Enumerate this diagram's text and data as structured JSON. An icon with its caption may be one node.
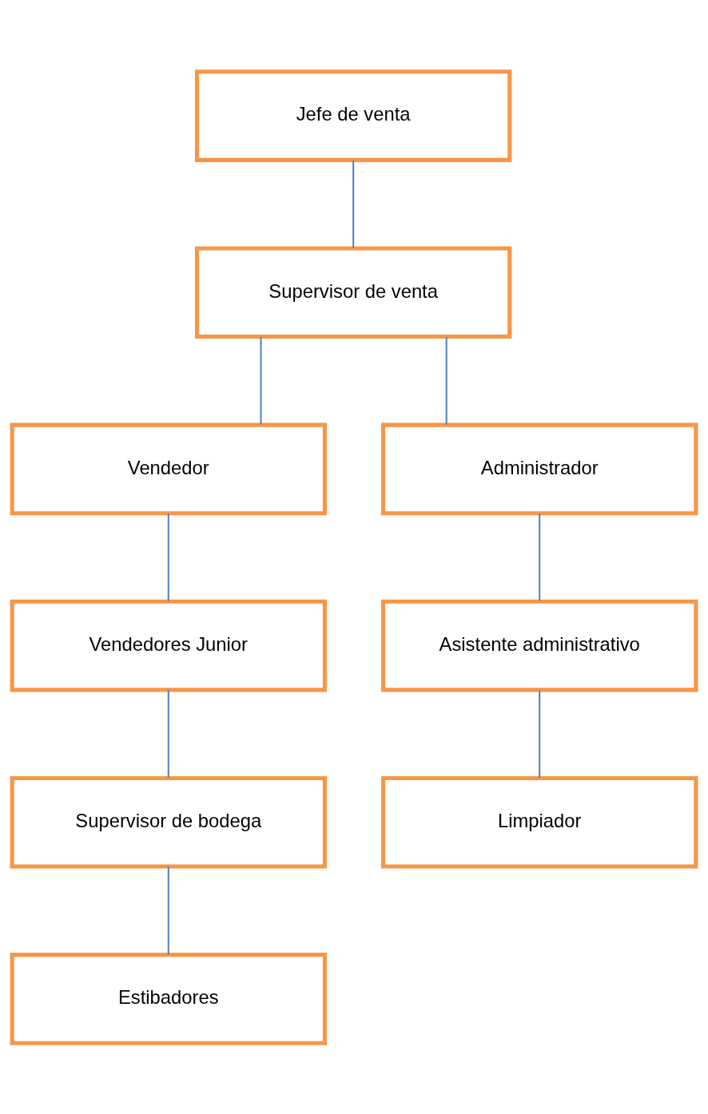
{
  "diagram": {
    "nodes": [
      {
        "text": [
          "Jefe de venta"
        ]
      },
      {
        "text": [
          "Supervisor de venta"
        ]
      },
      {
        "text": [
          "Vendedor"
        ]
      },
      {
        "text": [
          "Administrador"
        ]
      },
      {
        "text": [
          "Vendedores Junior"
        ]
      },
      {
        "text": [
          "Asistente administrativo"
        ]
      },
      {
        "text": [
          "Supervisor de bodega"
        ]
      },
      {
        "text": [
          "Limpiador"
        ]
      },
      {
        "text": [
          "Estibadores"
        ]
      }
    ],
    "edges": [
      {
        "from": 0,
        "to": 1,
        "arrow": "none"
      },
      {
        "from": 1,
        "to": 2,
        "arrow": "none"
      },
      {
        "from": 1,
        "to": 3,
        "arrow": "none"
      },
      {
        "from": 2,
        "to": 4,
        "arrow": "none"
      },
      {
        "from": 3,
        "to": 5,
        "arrow": "none"
      },
      {
        "from": 4,
        "to": 6,
        "arrow": "none"
      },
      {
        "from": 5,
        "to": 7,
        "arrow": "none"
      },
      {
        "from": 6,
        "to": 8,
        "arrow": "none"
      }
    ]
  }
}
